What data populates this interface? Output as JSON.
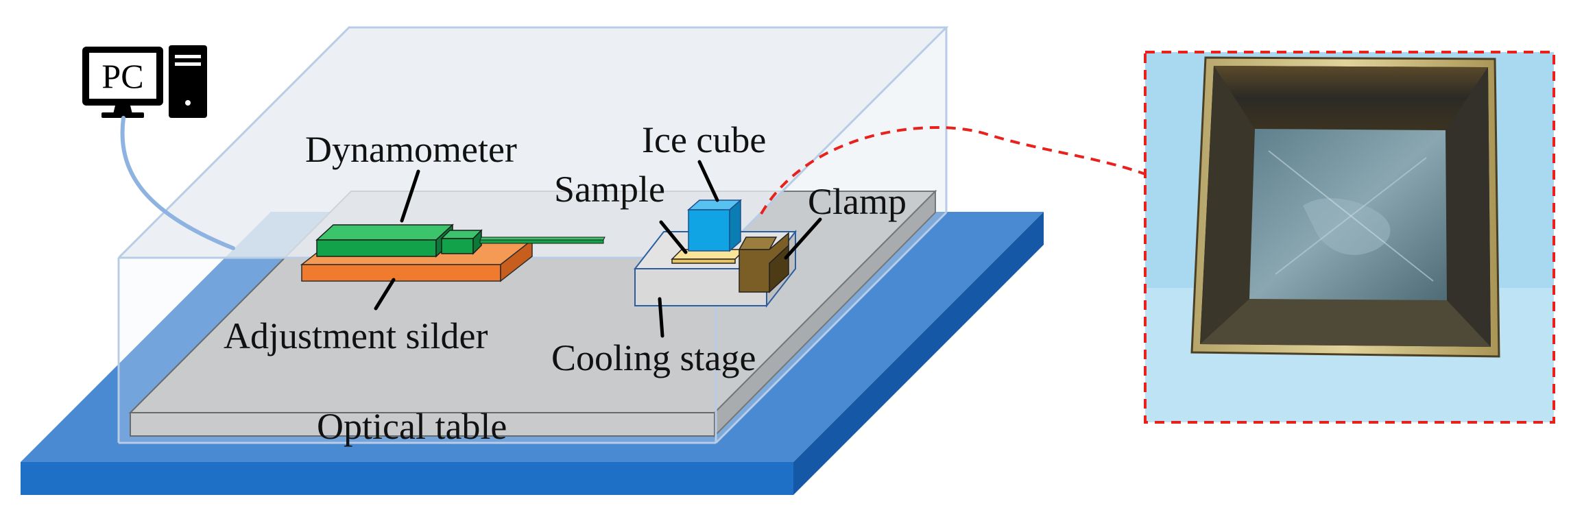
{
  "diagram": {
    "computer": {
      "label": "PC",
      "icon": "desktop-computer-icon"
    },
    "labels": {
      "dynamometer": "Dynamometer",
      "adjustment_slider": "Adjustment silder",
      "ice_cube": "Ice cube",
      "sample": "Sample",
      "clamp": "Clamp",
      "cooling_stage": "Cooling stage",
      "optical_table": "Optical table"
    },
    "colors": {
      "base_plate": "#1F6FC5",
      "optical_table": "#BFBFBF",
      "enclosure": "#E9EDF2",
      "dynamometer": "#12A34A",
      "adjustment_slider": "#F07A2E",
      "ice_cube": "#10A4E4",
      "sample": "#F4D77A",
      "clamp": "#6B5322",
      "cooling_stage": "#D9D9D9",
      "callout_border": "#E8211D",
      "photo_background": "#A8D9F0"
    }
  }
}
